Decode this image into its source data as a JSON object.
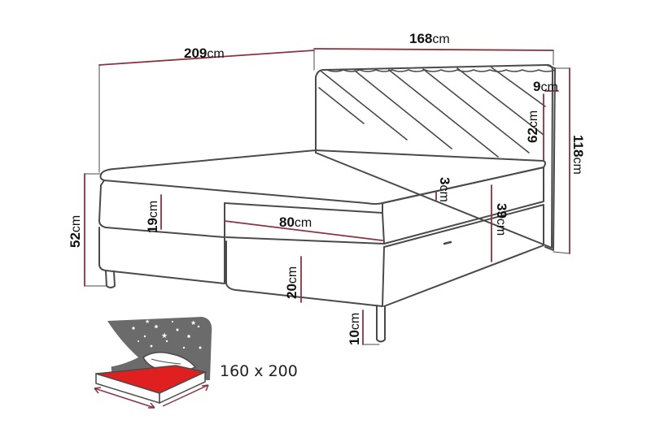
{
  "dimensions": {
    "total_length": {
      "value": "209",
      "unit": "cm"
    },
    "width": {
      "value": "168",
      "unit": "cm"
    },
    "headboard_thickness": {
      "value": "9",
      "unit": "cm"
    },
    "headboard_panel_height": {
      "value": "62",
      "unit": "cm"
    },
    "total_height": {
      "value": "118",
      "unit": "cm"
    },
    "topper_thickness": {
      "value": "3",
      "unit": "cm"
    },
    "mattress_height": {
      "value": "39",
      "unit": "cm"
    },
    "mattress_width": {
      "value": "80",
      "unit": "cm"
    },
    "upper_section_height": {
      "value": "19",
      "unit": "cm"
    },
    "base_height": {
      "value": "52",
      "unit": "cm"
    },
    "box_height": {
      "value": "20",
      "unit": "cm"
    },
    "leg_height": {
      "value": "10",
      "unit": "cm"
    }
  },
  "sleep_size": "160 x 200",
  "colors": {
    "line": "#4a4a4a",
    "dimension_line": "#8a3340",
    "mattress_surface": "#e02020",
    "night_sky": "#6b6b6b"
  },
  "icons": [
    "bed-size-icon",
    "stars-icon",
    "pillow-icon"
  ]
}
